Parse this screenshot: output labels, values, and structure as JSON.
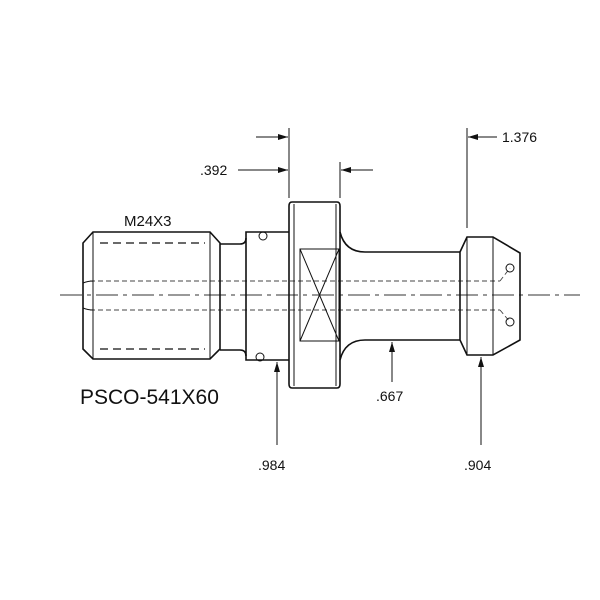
{
  "title": "PSCO-541X60",
  "thread_label": "M24X3",
  "dimensions": {
    "flange_width": ".392",
    "overall_length": "1.376",
    "collar_diameter": ".984",
    "shank_diameter": ".667",
    "head_diameter": ".904"
  }
}
